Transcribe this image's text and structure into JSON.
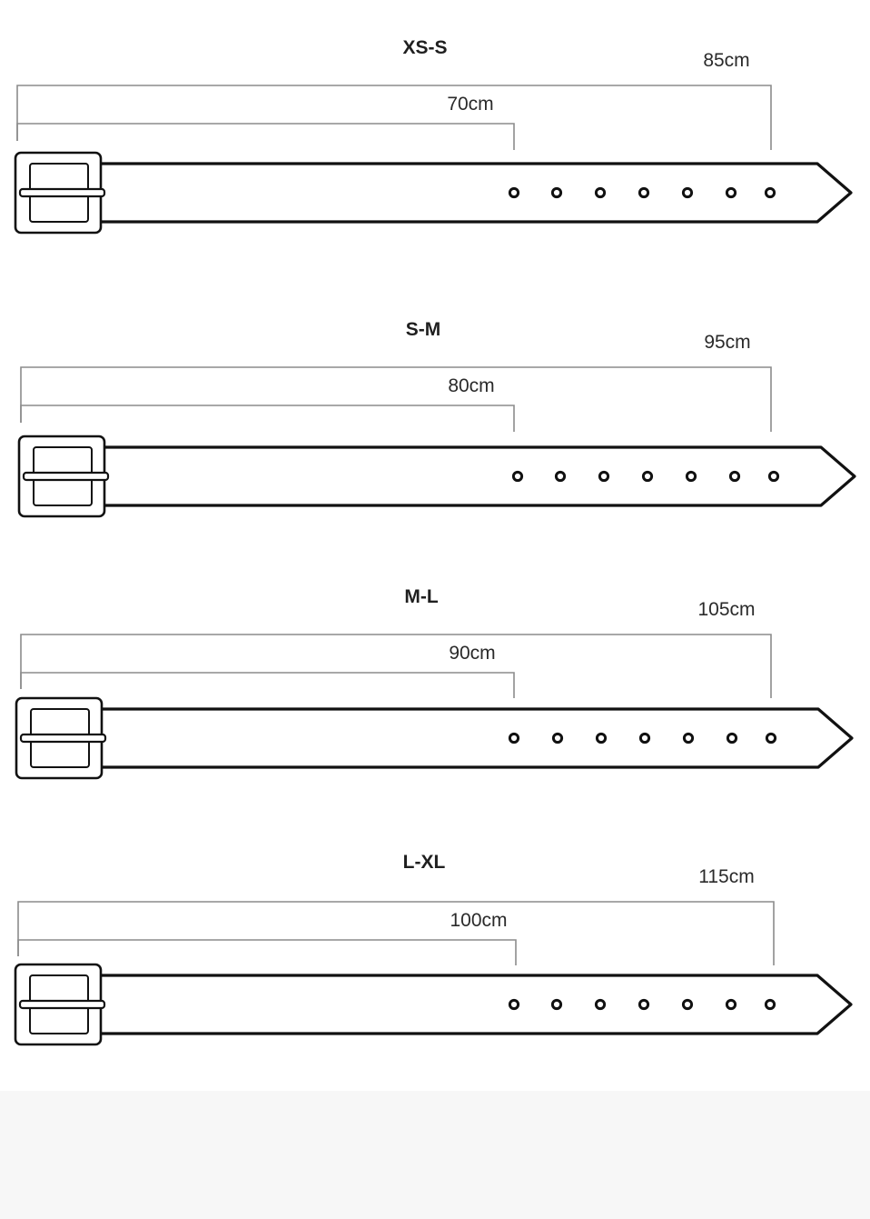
{
  "belts": [
    {
      "size": "XS-S",
      "inner_length": "70cm",
      "outer_length": "85cm",
      "holes": 7
    },
    {
      "size": "S-M",
      "inner_length": "80cm",
      "outer_length": "95cm",
      "holes": 7
    },
    {
      "size": "M-L",
      "inner_length": "90cm",
      "outer_length": "105cm",
      "holes": 7
    },
    {
      "size": "L-XL",
      "inner_length": "100cm",
      "outer_length": "115cm",
      "holes": 7
    }
  ],
  "colors": {
    "outline": "#111111",
    "dimension_line": "#8c8c8c",
    "text": "#1f1f1f",
    "background": "#ffffff",
    "footer_band": "#f7f7f7"
  }
}
